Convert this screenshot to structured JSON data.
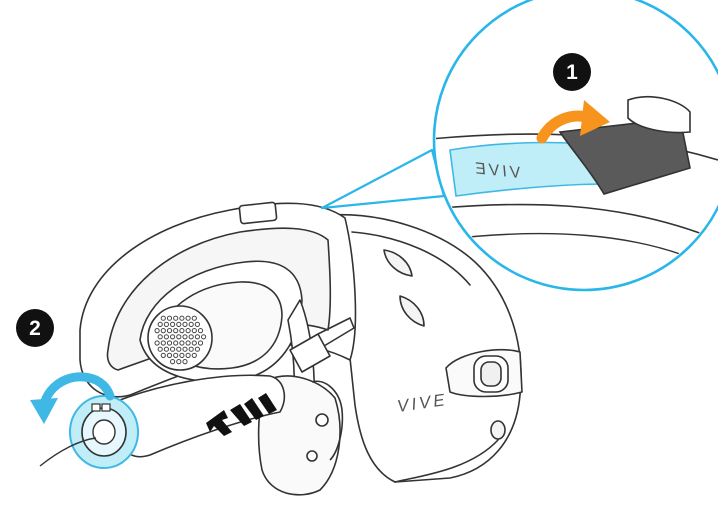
{
  "steps": [
    {
      "number": "1"
    },
    {
      "number": "2"
    }
  ],
  "headset": {
    "brand_on_body": "VIVE",
    "brand_on_strap": "VIVE"
  },
  "colors": {
    "callout_outline": "#29b6e8",
    "highlight_fill": "#bfeef8",
    "arrow_orange": "#f7941d",
    "arrow_blue": "#3fb8e6",
    "badge_fill": "#111111",
    "strap_tab": "#5a5a5a",
    "line_art": "#333333"
  },
  "icons": [
    "step-1-badge",
    "step-2-badge",
    "curved-arrow-icon",
    "rotate-arrow-icon",
    "direction-chevrons-icon"
  ]
}
